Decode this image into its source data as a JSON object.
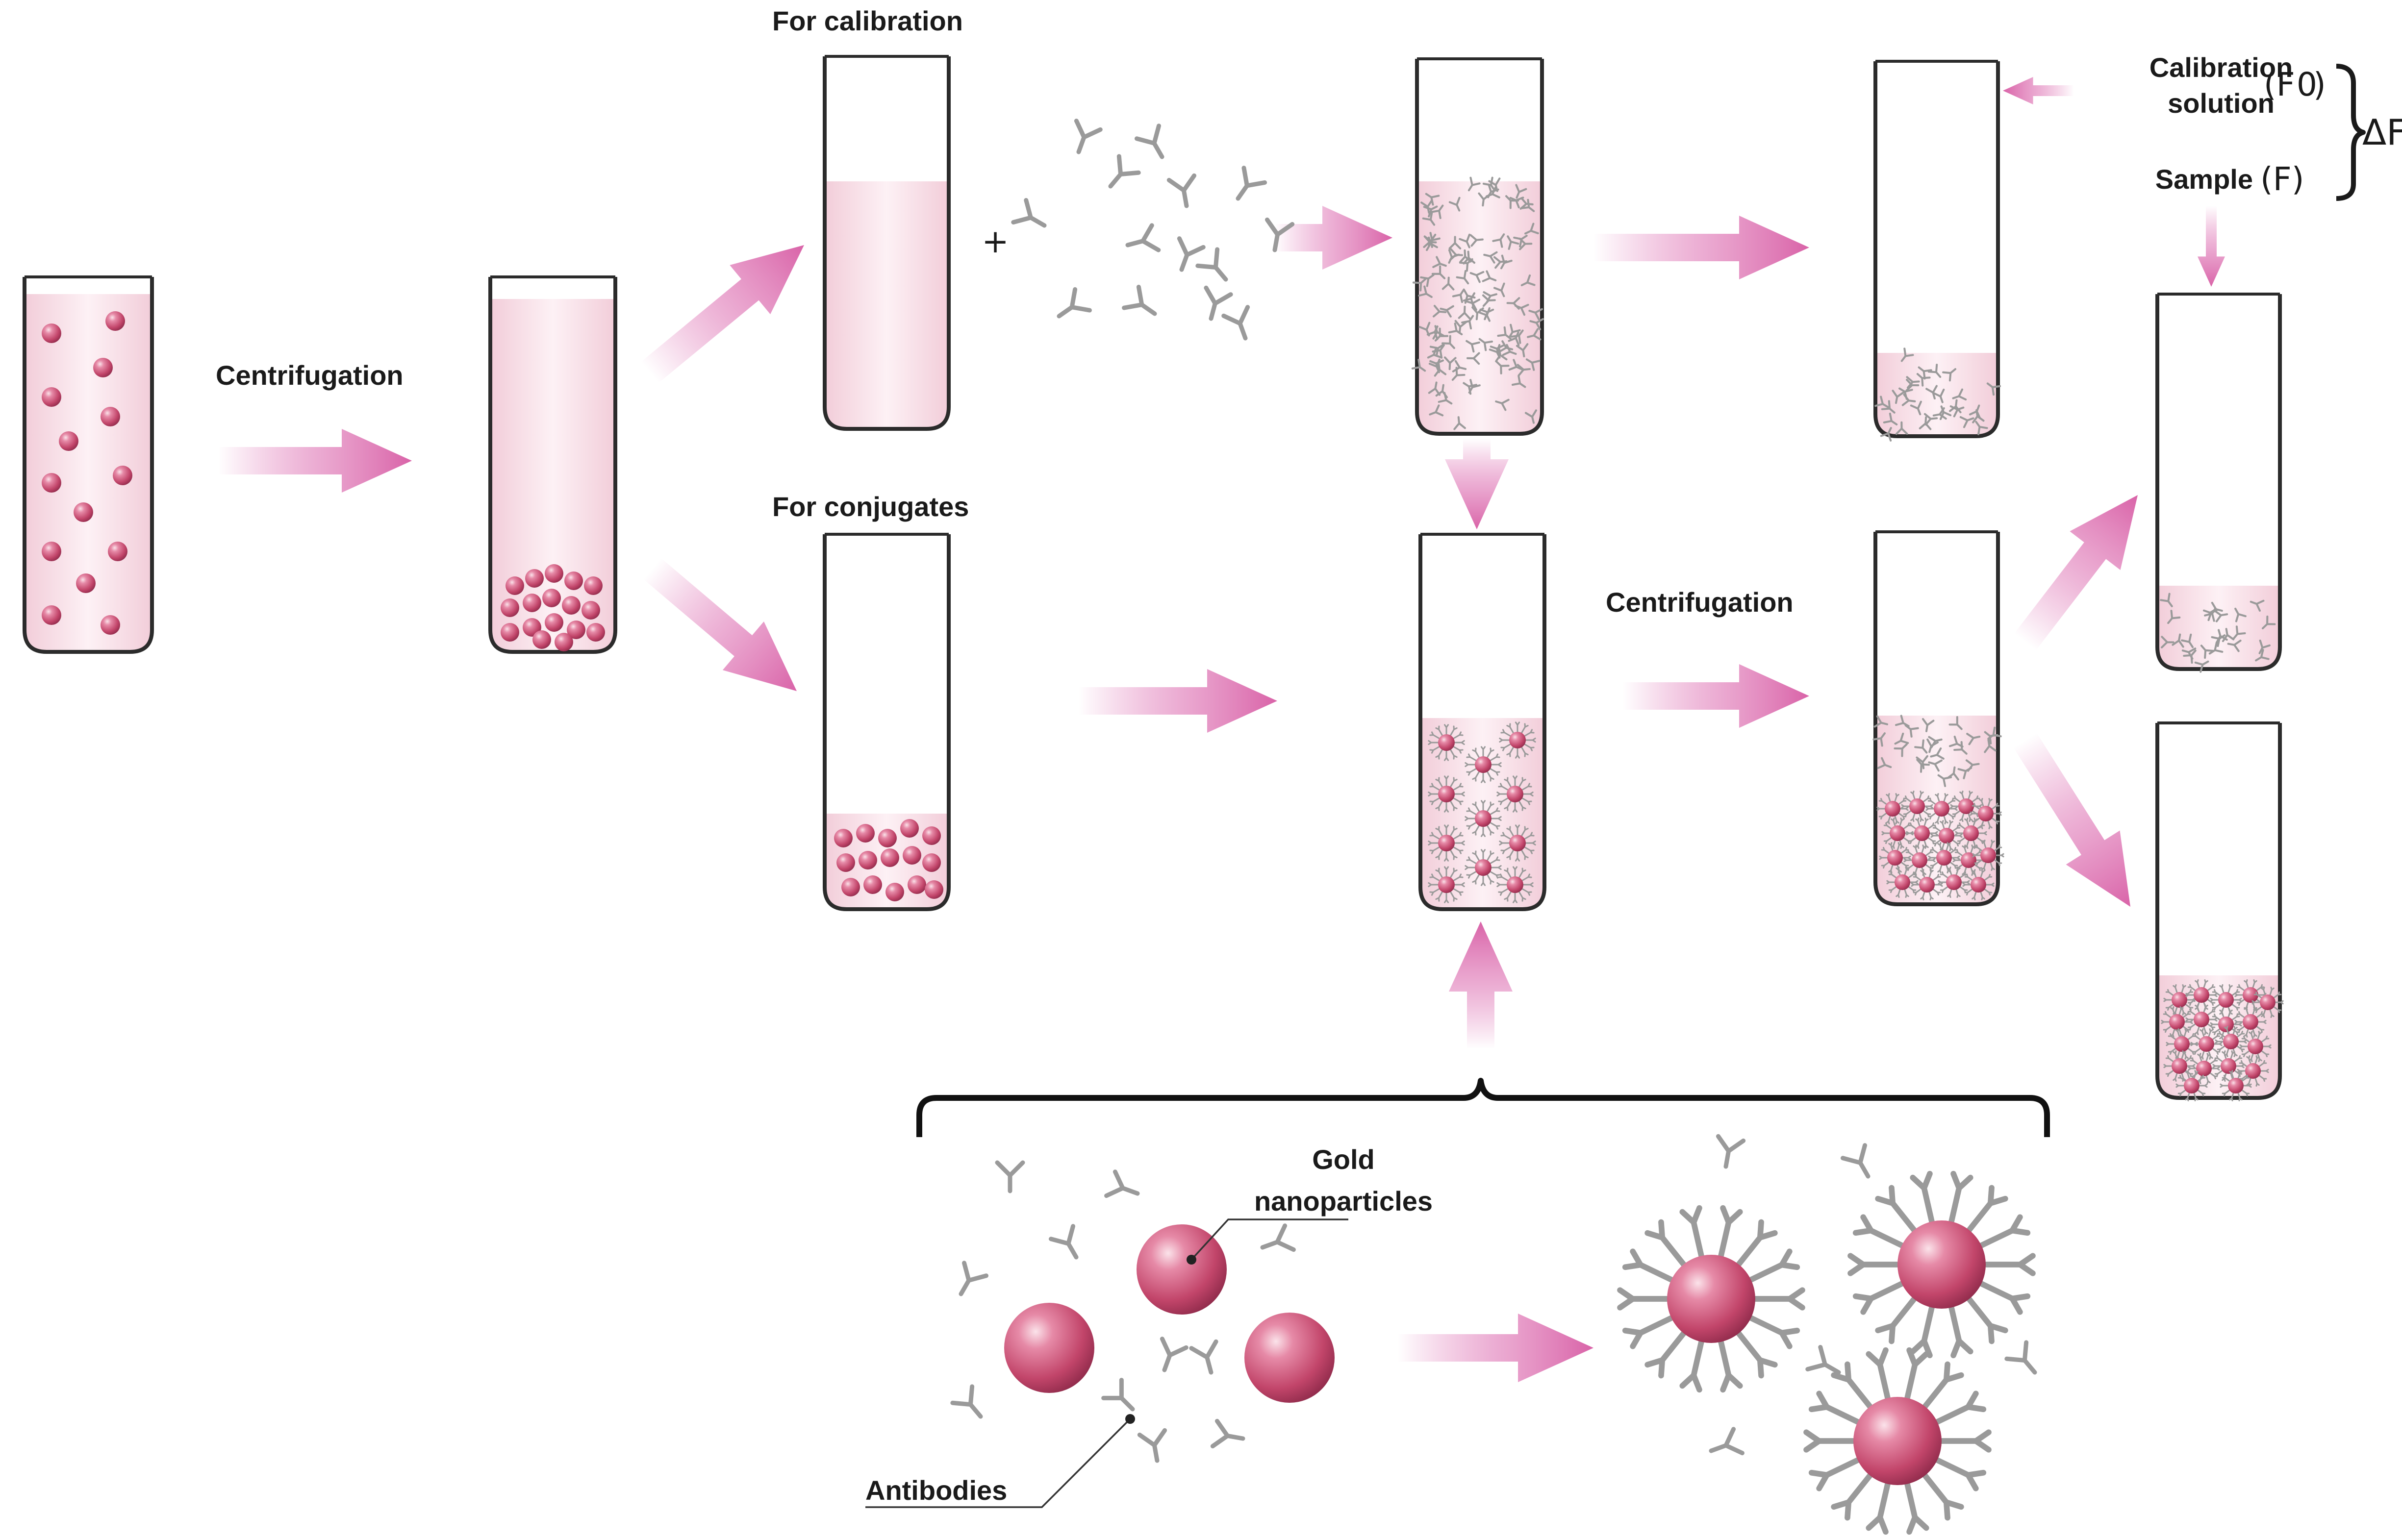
{
  "labels": {
    "centrifugation_1": "Centrifugation",
    "for_calibration": "For calibration",
    "for_conjugates": "For conjugates",
    "plus": "+",
    "centrifugation_2": "Centrifugation",
    "calibration_solution_line1": "Calibration",
    "calibration_solution_line2": "solution",
    "f0": "(F",
    "f0_sub": "0",
    "f0_close": ")",
    "sample": "Sample",
    "f": "(F)",
    "delta_f": "ΔF",
    "gold_line1": "Gold",
    "gold_line2": "nanoparticles",
    "antibodies": "Antibodies"
  },
  "colors": {
    "arrow_pink": "#e07ab8",
    "liquid_pink": "#f7dde6",
    "particle_core": "#c2456a",
    "particle_highlight": "#f5c9d6",
    "antibody_gray": "#9a9a9a",
    "tube_outline": "#2b2b2b"
  }
}
